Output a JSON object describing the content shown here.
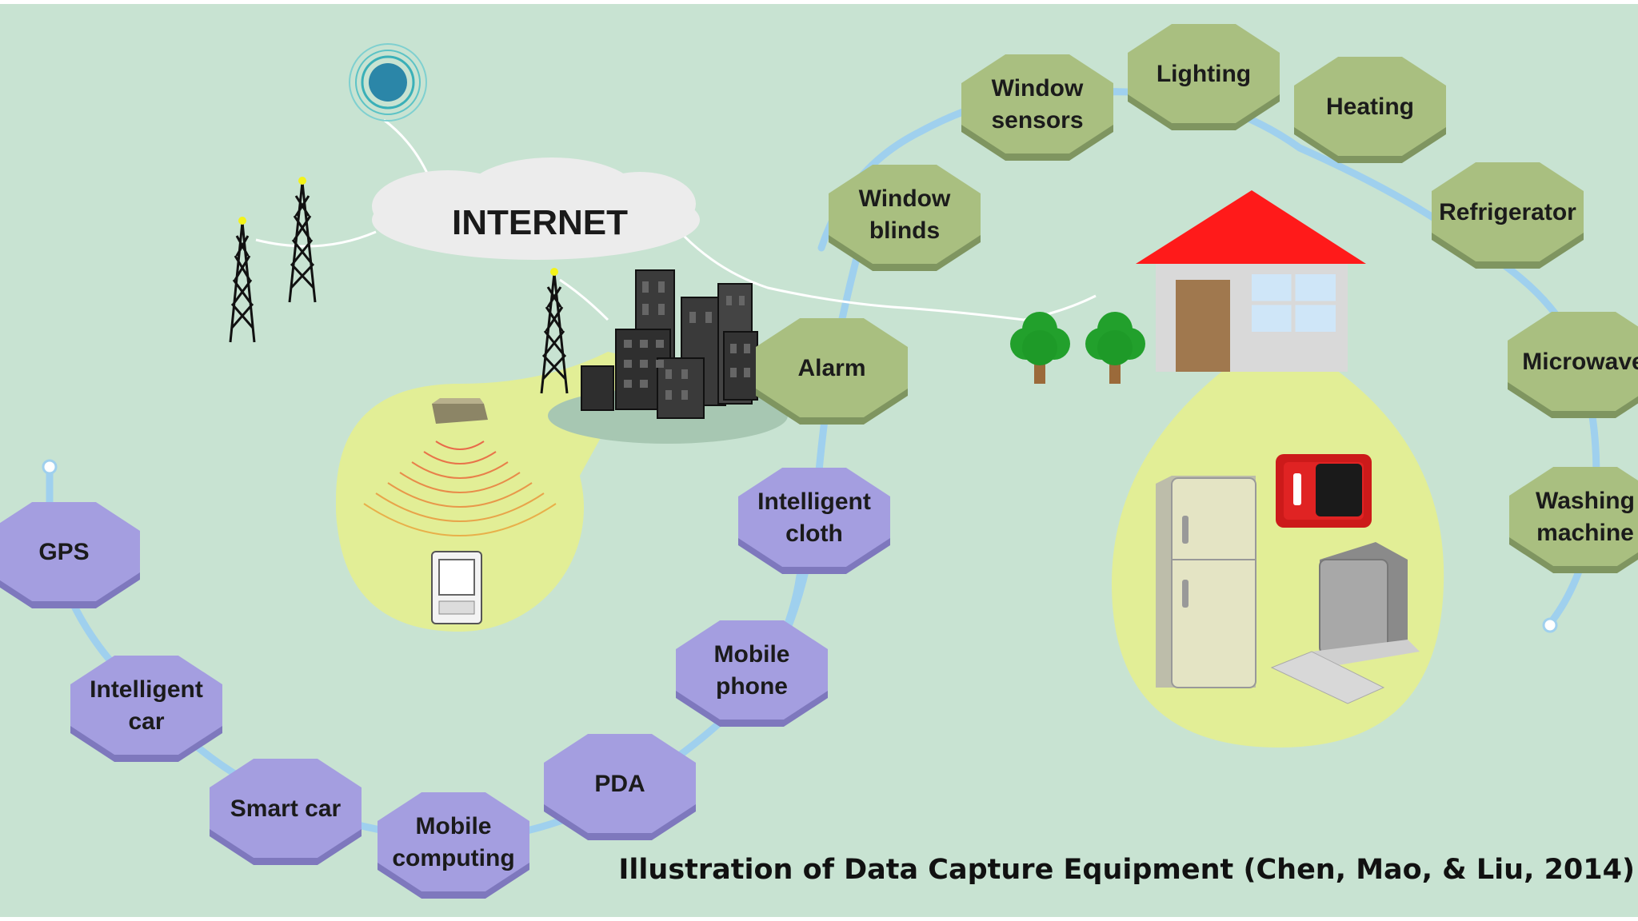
{
  "internet": {
    "label": "INTERNET"
  },
  "caption": "Illustration of Data Capture Equipment (Chen, Mao, & Liu, 2014)",
  "colors": {
    "background": "#c8e3d2",
    "home_node": "#a9bf80",
    "mobile_node": "#a49ee0",
    "link": "#9fd0ee",
    "signal_area": "#e2ee96",
    "roof": "#ff1a1a"
  },
  "home_devices": [
    {
      "id": "lighting",
      "lines": [
        "Lighting"
      ]
    },
    {
      "id": "window-sensors",
      "lines": [
        "Window",
        "sensors"
      ]
    },
    {
      "id": "heating",
      "lines": [
        "Heating"
      ]
    },
    {
      "id": "window-blinds",
      "lines": [
        "Window",
        "blinds"
      ]
    },
    {
      "id": "refrigerator",
      "lines": [
        "Refrigerator"
      ]
    },
    {
      "id": "alarm",
      "lines": [
        "Alarm"
      ]
    },
    {
      "id": "microwave",
      "lines": [
        "Microwave"
      ]
    },
    {
      "id": "washing-machine",
      "lines": [
        "Washing",
        "machine"
      ]
    }
  ],
  "mobile_devices": [
    {
      "id": "intelligent-cloth",
      "lines": [
        "Intelligent",
        "cloth"
      ]
    },
    {
      "id": "gps",
      "lines": [
        "GPS"
      ]
    },
    {
      "id": "mobile-phone",
      "lines": [
        "Mobile",
        "phone"
      ]
    },
    {
      "id": "intelligent-car",
      "lines": [
        "Intelligent",
        "car"
      ]
    },
    {
      "id": "pda",
      "lines": [
        "PDA"
      ]
    },
    {
      "id": "smart-car",
      "lines": [
        "Smart car"
      ]
    },
    {
      "id": "mobile-computing",
      "lines": [
        "Mobile",
        "computing"
      ]
    }
  ],
  "icons": [
    "satellite-icon",
    "radio-tower-icon",
    "city-buildings-icon",
    "house-icon",
    "tree-icon",
    "refrigerator-icon",
    "microwave-icon",
    "computer-icon",
    "pda-device-icon",
    "router-icon"
  ]
}
